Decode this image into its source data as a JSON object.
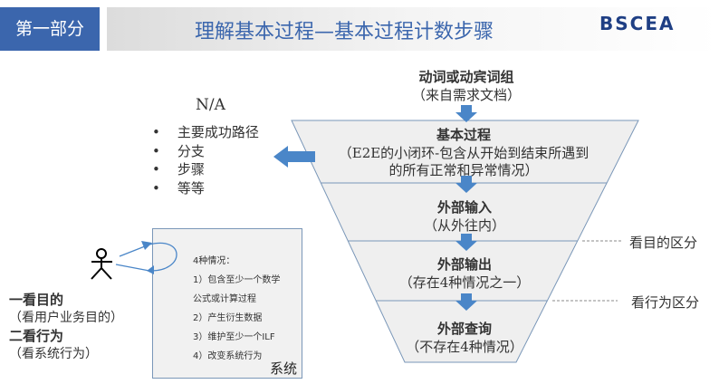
{
  "header": {
    "section": "第一部分",
    "title": "理解基本过程—基本过程计数步骤",
    "logo": "BSCEA"
  },
  "source": {
    "line1": "动词或动宾词组",
    "line2": "（来自需求文档）"
  },
  "funnel": [
    {
      "title": "基本过程",
      "desc1": "（E2E的小闭环-包含从开始到结束所遇到",
      "desc2": "的所有正常和异常情况）"
    },
    {
      "title": "外部输入",
      "desc1": "（从外往内）"
    },
    {
      "title": "外部输出",
      "desc1": "（存在4种情况之一）"
    },
    {
      "title": "外部查询",
      "desc1": "（不存在4种情况）"
    }
  ],
  "side_labels": [
    "看目的区分",
    "看行为区分"
  ],
  "na": {
    "title": "N/A",
    "items": [
      "主要成功路径",
      "分支",
      "步骤",
      "等等"
    ]
  },
  "system_box": {
    "heading": "4种情况：",
    "lines": [
      "1）包含至少一个数学",
      "公式或计算过程",
      "2）产生衍生数据",
      "3）维护至少一个ILF",
      "4）改变系统行为"
    ],
    "label": "系统"
  },
  "notes": [
    "一看目的",
    "（看用户业务目的）",
    "二看行为",
    "（看系统行为）"
  ],
  "colors": {
    "accent": "#3b66ad",
    "arrow": "#4a86c8"
  }
}
